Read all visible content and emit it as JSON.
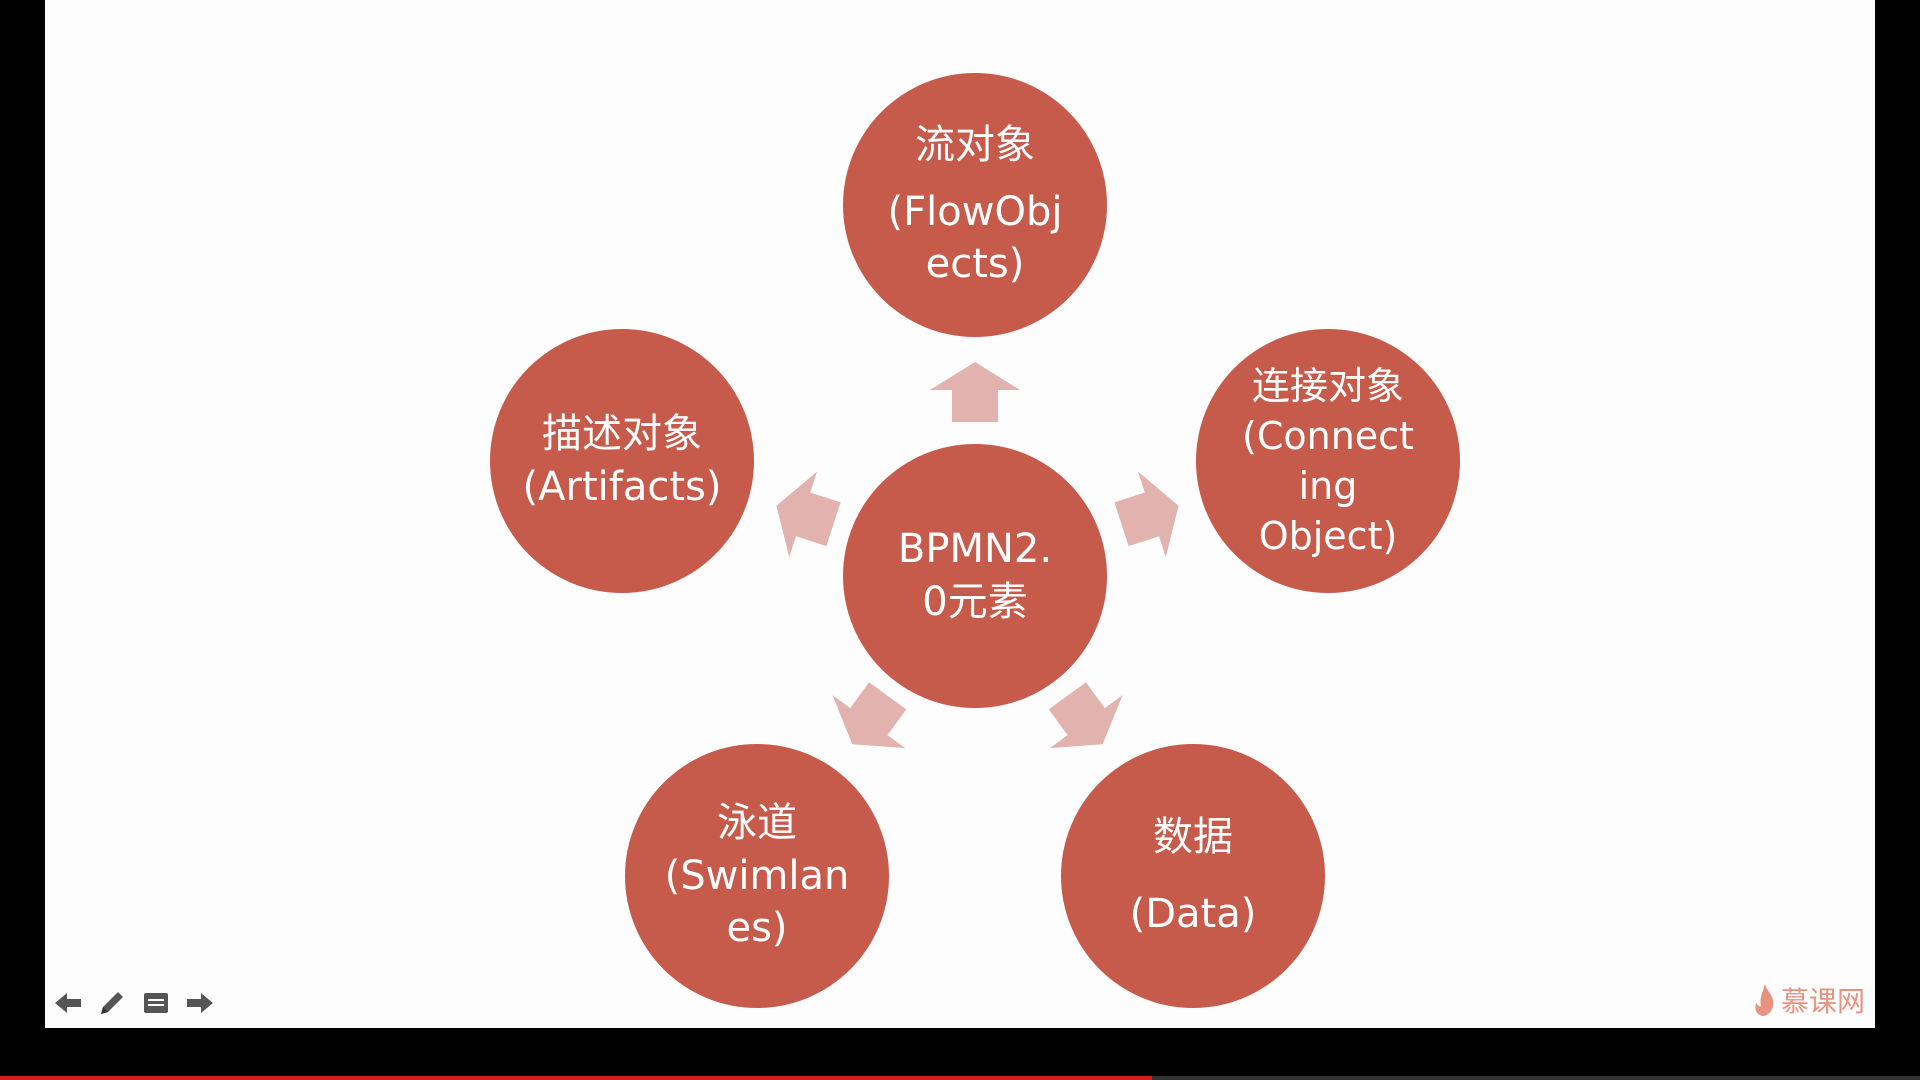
{
  "diagram": {
    "center": {
      "line1": "BPMN2.",
      "line2": "0元素"
    },
    "top": {
      "line1": "流对象",
      "line2": "(FlowObj",
      "line3": "ects)"
    },
    "right": {
      "line1": "连接对象",
      "line2": "(Connect",
      "line3": "ing",
      "line4": "Object)"
    },
    "left": {
      "line1": "描述对象",
      "line2": "(Artifacts)"
    },
    "bottom_left": {
      "line1": "泳道",
      "line2": "(Swimlan",
      "line3": "es)"
    },
    "bottom_right": {
      "line1": "数据",
      "line2": "(Data)"
    }
  },
  "toolbar": {
    "icons": [
      "arrow-left-icon",
      "pen-icon",
      "notes-icon",
      "arrow-right-icon"
    ]
  },
  "logo": {
    "text": "慕课网"
  },
  "player": {
    "progress": 0.6
  },
  "colors": {
    "node": "#c65b4b",
    "arrow": "#e2b3ae",
    "slide_background": "#fdfdfd",
    "logo": "#e8937f",
    "progress": "#d21f1f"
  }
}
